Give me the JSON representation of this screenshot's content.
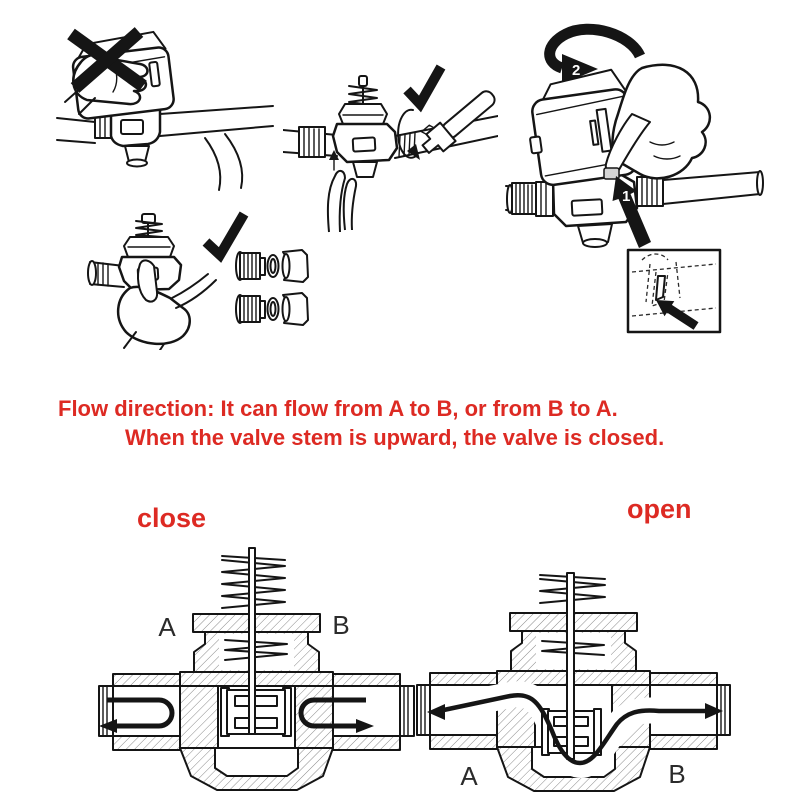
{
  "colors": {
    "background": "#ffffff",
    "ink": "#151515",
    "red": "#dd2a23",
    "hatch": "#8a8a8a",
    "shade": "#ececec"
  },
  "note": {
    "line1": "Flow direction: It can flow from A to B, or from B to A.",
    "line2": "When the valve stem is upward, the valve is closed."
  },
  "steps": {
    "press": "1",
    "rotate": "2"
  },
  "figures": {
    "carry_wrong": {
      "icon": "x-mark-icon"
    },
    "install_wrench": {
      "icon": "checkmark-icon"
    },
    "hold_body": {
      "icon": "checkmark-icon"
    },
    "press_rotate": {
      "icons": [
        "press-arrow-icon",
        "rotate-arrow-icon",
        "detail-inset"
      ]
    }
  },
  "diagrams": {
    "close": {
      "label": "close",
      "port_a": "A",
      "port_b": "B"
    },
    "open": {
      "label": "open",
      "port_a": "A",
      "port_b": "B"
    }
  }
}
